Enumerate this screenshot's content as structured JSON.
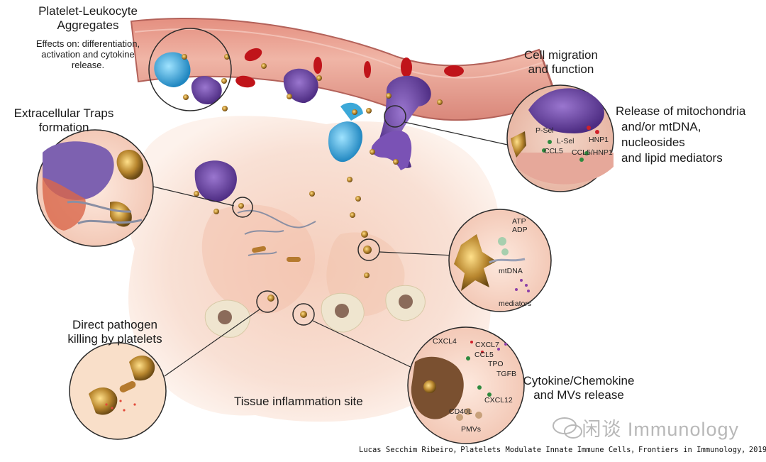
{
  "labels": {
    "pla_title": "Platelet-Leukocyte Aggregates",
    "pla_title_l1": "Platelet-Leukocyte",
    "pla_title_l2": "Aggregates",
    "pla_effects_l1": "Effects on: differentiation,",
    "pla_effects_l2": "activation and cytokine",
    "pla_effects_l3": "release.",
    "migration_l1": "Cell migration",
    "migration_l2": "and function",
    "mito_l1": "Release of mitochondria",
    "mito_l2": "and/or mtDNA,",
    "mito_l3": "nucleosides",
    "mito_l4": "and lipid mediators",
    "traps_l1": "Extracellular Traps",
    "traps_l2": "formation",
    "killing_l1": "Direct pathogen",
    "killing_l2": "killing by platelets",
    "tissue": "Tissue inflammation site",
    "cyto_l1": "Cytokine/Chemokine",
    "cyto_l2": "and MVs release"
  },
  "migration_callouts": {
    "psel": "P-Sel",
    "lsel": "L-Sel",
    "ccl5": "CCL5",
    "hnp1": "HNP1",
    "ccl5_hnp1": "CCL5/HNP1"
  },
  "mito_callouts": {
    "atp": "ATP",
    "adp": "ADP",
    "mtdna": "mtDNA",
    "mediators": "mediators"
  },
  "cyto_callouts": {
    "cxcl4": "CXCL4",
    "cxcl7": "CXCL7",
    "ccl5": "CCL5",
    "tpo": "TPO",
    "tgfb": "TGFB",
    "cxcl12": "CXCL12",
    "cd40l": "CD40L",
    "pmvs": "PMVs"
  },
  "watermark": "闲谈 Immunology",
  "citation": "Lucas Secchim Ribeiro，Platelets Modulate Innate Immune Cells，Frontiers in Immunology，2019",
  "colors": {
    "vessel": "#e9a596",
    "vessel_dark": "#c9746a",
    "tissue": "#f6d9cb",
    "rbc": "#c0141a",
    "neutrophil": "#6a3fa0",
    "monocyte": "#3ca8d8",
    "platelet": "#b8862e",
    "circle_outline": "#2a2a2a"
  }
}
